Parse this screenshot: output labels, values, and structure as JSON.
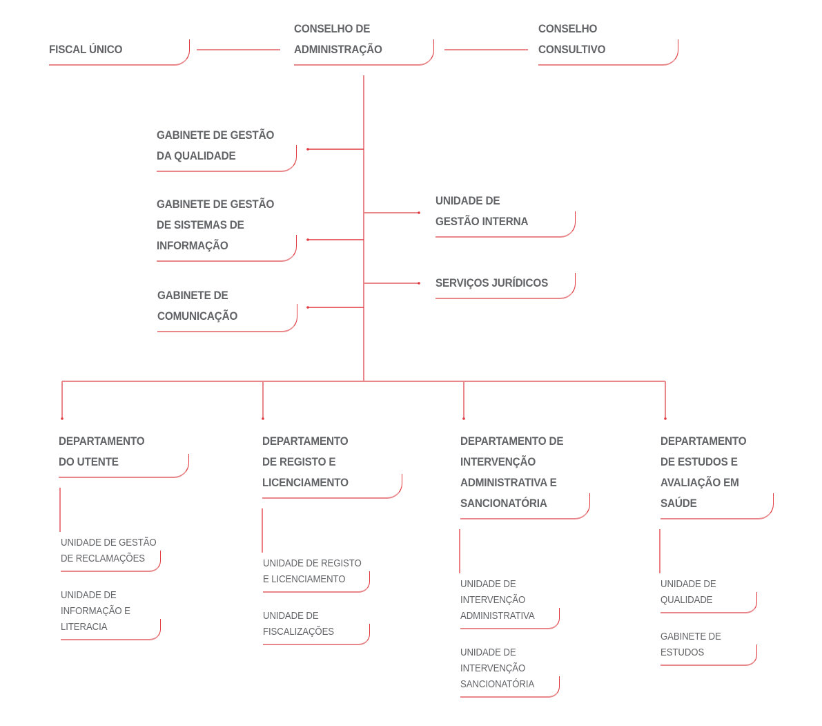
{
  "colors": {
    "line": "#e8868a",
    "accent": "#e0393f",
    "text": "#626366",
    "background": "#ffffff"
  },
  "top": [
    {
      "id": "fiscal",
      "lines": [
        "FISCAL ÚNICO"
      ]
    },
    {
      "id": "conselho-admin",
      "lines": [
        "CONSELHO DE",
        "ADMINISTRAÇÃO"
      ]
    },
    {
      "id": "conselho-consultivo",
      "lines": [
        "CONSELHO",
        "CONSULTIVO"
      ]
    }
  ],
  "left_offices": [
    {
      "id": "gab-qualidade",
      "lines": [
        "GABINETE DE GESTÃO",
        "DA QUALIDADE"
      ]
    },
    {
      "id": "gab-sistemas",
      "lines": [
        "GABINETE DE GESTÃO",
        "DE SISTEMAS DE",
        "INFORMAÇÃO"
      ]
    },
    {
      "id": "gab-comunicacao",
      "lines": [
        "GABINETE DE",
        "COMUNICAÇÃO"
      ]
    }
  ],
  "right_offices": [
    {
      "id": "unidade-gestao-interna",
      "lines": [
        "UNIDADE DE",
        "GESTÃO INTERNA"
      ]
    },
    {
      "id": "servicos-juridicos",
      "lines": [
        "SERVIÇOS JURÍDICOS"
      ]
    }
  ],
  "departments": [
    {
      "id": "dep-utente",
      "lines": [
        "DEPARTAMENTO",
        "DO UTENTE"
      ],
      "units": [
        {
          "lines": [
            "UNIDADE DE GESTÃO",
            "DE RECLAMAÇÕES"
          ]
        },
        {
          "lines": [
            "UNIDADE DE",
            "INFORMAÇÃO E",
            "LITERACIA"
          ]
        }
      ]
    },
    {
      "id": "dep-registo",
      "lines": [
        "DEPARTAMENTO",
        "DE REGISTO E",
        "LICENCIAMENTO"
      ],
      "units": [
        {
          "lines": [
            "UNIDADE DE REGISTO",
            "E LICENCIAMENTO"
          ]
        },
        {
          "lines": [
            "UNIDADE DE",
            "FISCALIZAÇÕES"
          ]
        }
      ]
    },
    {
      "id": "dep-intervencao",
      "lines": [
        "DEPARTAMENTO DE",
        "INTERVENÇÃO",
        "ADMINISTRATIVA E",
        "SANCIONATÓRIA"
      ],
      "units": [
        {
          "lines": [
            "UNIDADE DE",
            "INTERVENÇÃO",
            "ADMINISTRATIVA"
          ]
        },
        {
          "lines": [
            "UNIDADE DE",
            "INTERVENÇÃO",
            "SANCIONATÓRIA"
          ]
        }
      ]
    },
    {
      "id": "dep-estudos",
      "lines": [
        "DEPARTAMENTO",
        "DE ESTUDOS E",
        "AVALIAÇÃO EM",
        "SAÚDE"
      ],
      "units": [
        {
          "lines": [
            "UNIDADE DE",
            "QUALIDADE"
          ]
        },
        {
          "lines": [
            "GABINETE DE",
            "ESTUDOS"
          ]
        }
      ]
    }
  ]
}
